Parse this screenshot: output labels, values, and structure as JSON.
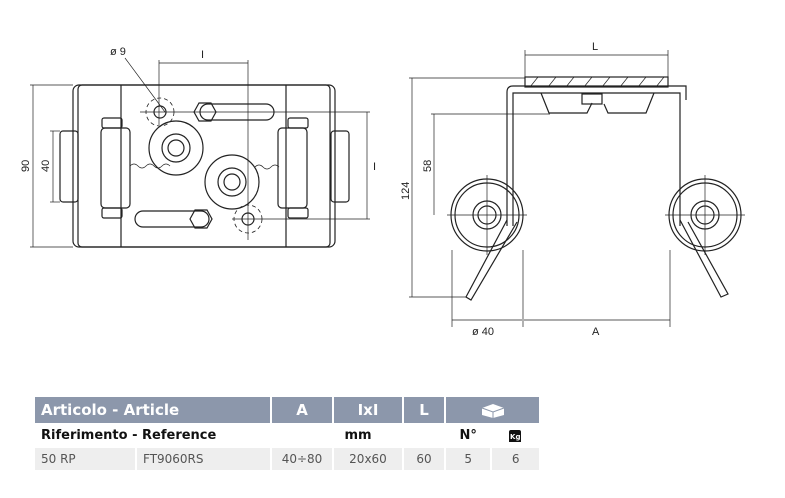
{
  "drawing_left": {
    "dim_hole": "ø 9",
    "dim_top": "I",
    "dim_right": "I",
    "dim_height": "90",
    "dim_inner": "40"
  },
  "drawing_right": {
    "dim_L": "L",
    "dim_124": "124",
    "dim_58": "58",
    "dim_wheel": "ø 40",
    "dim_A": "A"
  },
  "table": {
    "header": {
      "article": "Articolo - Article",
      "a": "A",
      "ixi": "IxI",
      "l": "L",
      "package_icon": "box-icon"
    },
    "subheader": {
      "reference": "Riferimento - Reference",
      "unit": "mm",
      "qty": "N°",
      "weight_icon": "kg-weight-icon",
      "weight_label": "Kg"
    },
    "rows": [
      {
        "article": "50 RP",
        "reference": "FT9060RS",
        "a": "40÷80",
        "ixi": "20x60",
        "l": "60",
        "qty": "5",
        "weight": "6"
      }
    ]
  }
}
